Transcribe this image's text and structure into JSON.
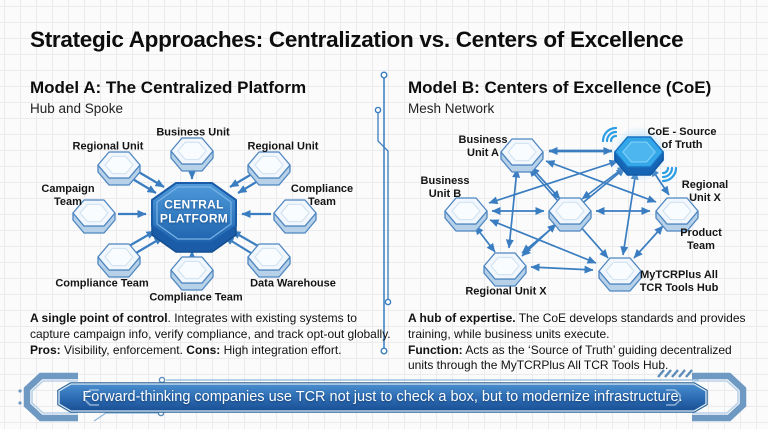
{
  "title": "Strategic Approaches: Centralization vs. Centers of Excellence",
  "panel_a": {
    "title": "Model A: The Centralized Platform",
    "subtitle": "Hub and Spoke",
    "hub_label": "CENTRAL\nPLATFORM",
    "nodes": {
      "top": "Business Unit",
      "top_left": "Regional Unit",
      "top_right": "Regional Unit",
      "left": "Campaign\nTeam",
      "right": "Compliance\nTeam",
      "bottom_left": "Compliance Team",
      "bottom": "Compliance Team",
      "bottom_right": "Data Warehouse"
    },
    "description": {
      "lead_bold": "A single point of control",
      "lead_rest": ". Integrates with existing systems to capture campaign info, verify compliance, and track opt-out globally.",
      "pros_label": "Pros:",
      "pros_text": " Visibility, enforcement. ",
      "cons_label": "Cons:",
      "cons_text": " High integration effort."
    }
  },
  "panel_b": {
    "title": "Model B: Centers of Excellence (CoE)",
    "subtitle": "Mesh Network",
    "nodes": {
      "coe": "CoE - Source\nof Truth",
      "business_unit_a": "Business\nUnit A",
      "business_unit_b": "Business\nUnit B",
      "regional_unit_x_right": "Regional\nUnit X",
      "product_team": "Product\nTeam",
      "regional_unit_x_bottom": "Regional Unit X",
      "tools_hub": "MyTCRPlus All\nTCR Tools Hub"
    },
    "description": {
      "lead_bold": "A hub of expertise.",
      "lead_rest": " The CoE develops standards and provides training, while business units execute.",
      "function_label": "Function:",
      "function_text": " Acts as the ‘Source of Truth’ guiding decentralized units through the MyTCRPlus All TCR Tools Hub."
    }
  },
  "banner": {
    "text": "Forward-thinking companies use TCR not just to check a box, but to modernize infrastructure."
  },
  "colors": {
    "arrow": "#3a7dc0",
    "node_top": "#f1f7fc",
    "node_side": "#b7d1e9",
    "node_stroke": "#4e86c0",
    "coe_top": "#34a7e9",
    "coe_side": "#1766b6",
    "hub_dark": "#1e63ae",
    "hub_light": "#4f9bdb",
    "banner_top": "#4a8ecf",
    "banner_bottom": "#1a4f94",
    "bracket": "#6e99c2"
  }
}
